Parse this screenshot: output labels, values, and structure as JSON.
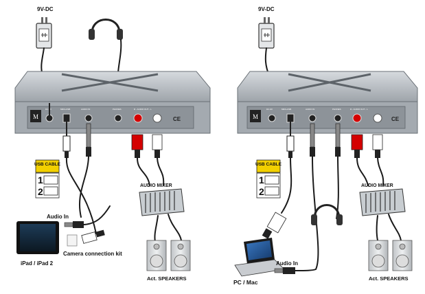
{
  "left": {
    "power_label": "9V-DC",
    "usb_cable_label": "USB CABLE",
    "usb_opt1_num": "1",
    "usb_opt2_num": "2",
    "mixer_label": "AUDIO MIXER",
    "audio_in_label": "Audio In",
    "ipad_label": "iPad / iPad 2",
    "camera_kit_label": "Camera connection kit",
    "speakers_label": "Act. SPEAKERS",
    "rear_panel": {
      "port_dc": "DC-9V",
      "port_usb": "MIDI+USB",
      "port_audio_in": "AUDIO IN",
      "port_phones": "PHONES",
      "port_out": "R - AUDIO OUT - L"
    }
  },
  "right": {
    "power_label": "9V-DC",
    "usb_cable_label": "USB CABLE",
    "usb_opt1_num": "1",
    "usb_opt2_num": "2",
    "mixer_label": "AUDIO MIXER",
    "audio_in_label": "Audio In",
    "pc_label": "PC / Mac",
    "speakers_label": "Act. SPEAKERS",
    "rear_panel": {
      "port_dc": "DC-9V",
      "port_usb": "MIDI+USB",
      "port_audio_in": "AUDIO IN",
      "port_phones": "PHONES",
      "port_out": "R - AUDIO OUT - L"
    }
  },
  "colors": {
    "device_body": "#b9bec3",
    "panel": "#9aa0a6",
    "usb_box": "#f2d000",
    "plug_red": "#d40000",
    "plug_white": "#ffffff",
    "cable": "#1a1a1a"
  }
}
